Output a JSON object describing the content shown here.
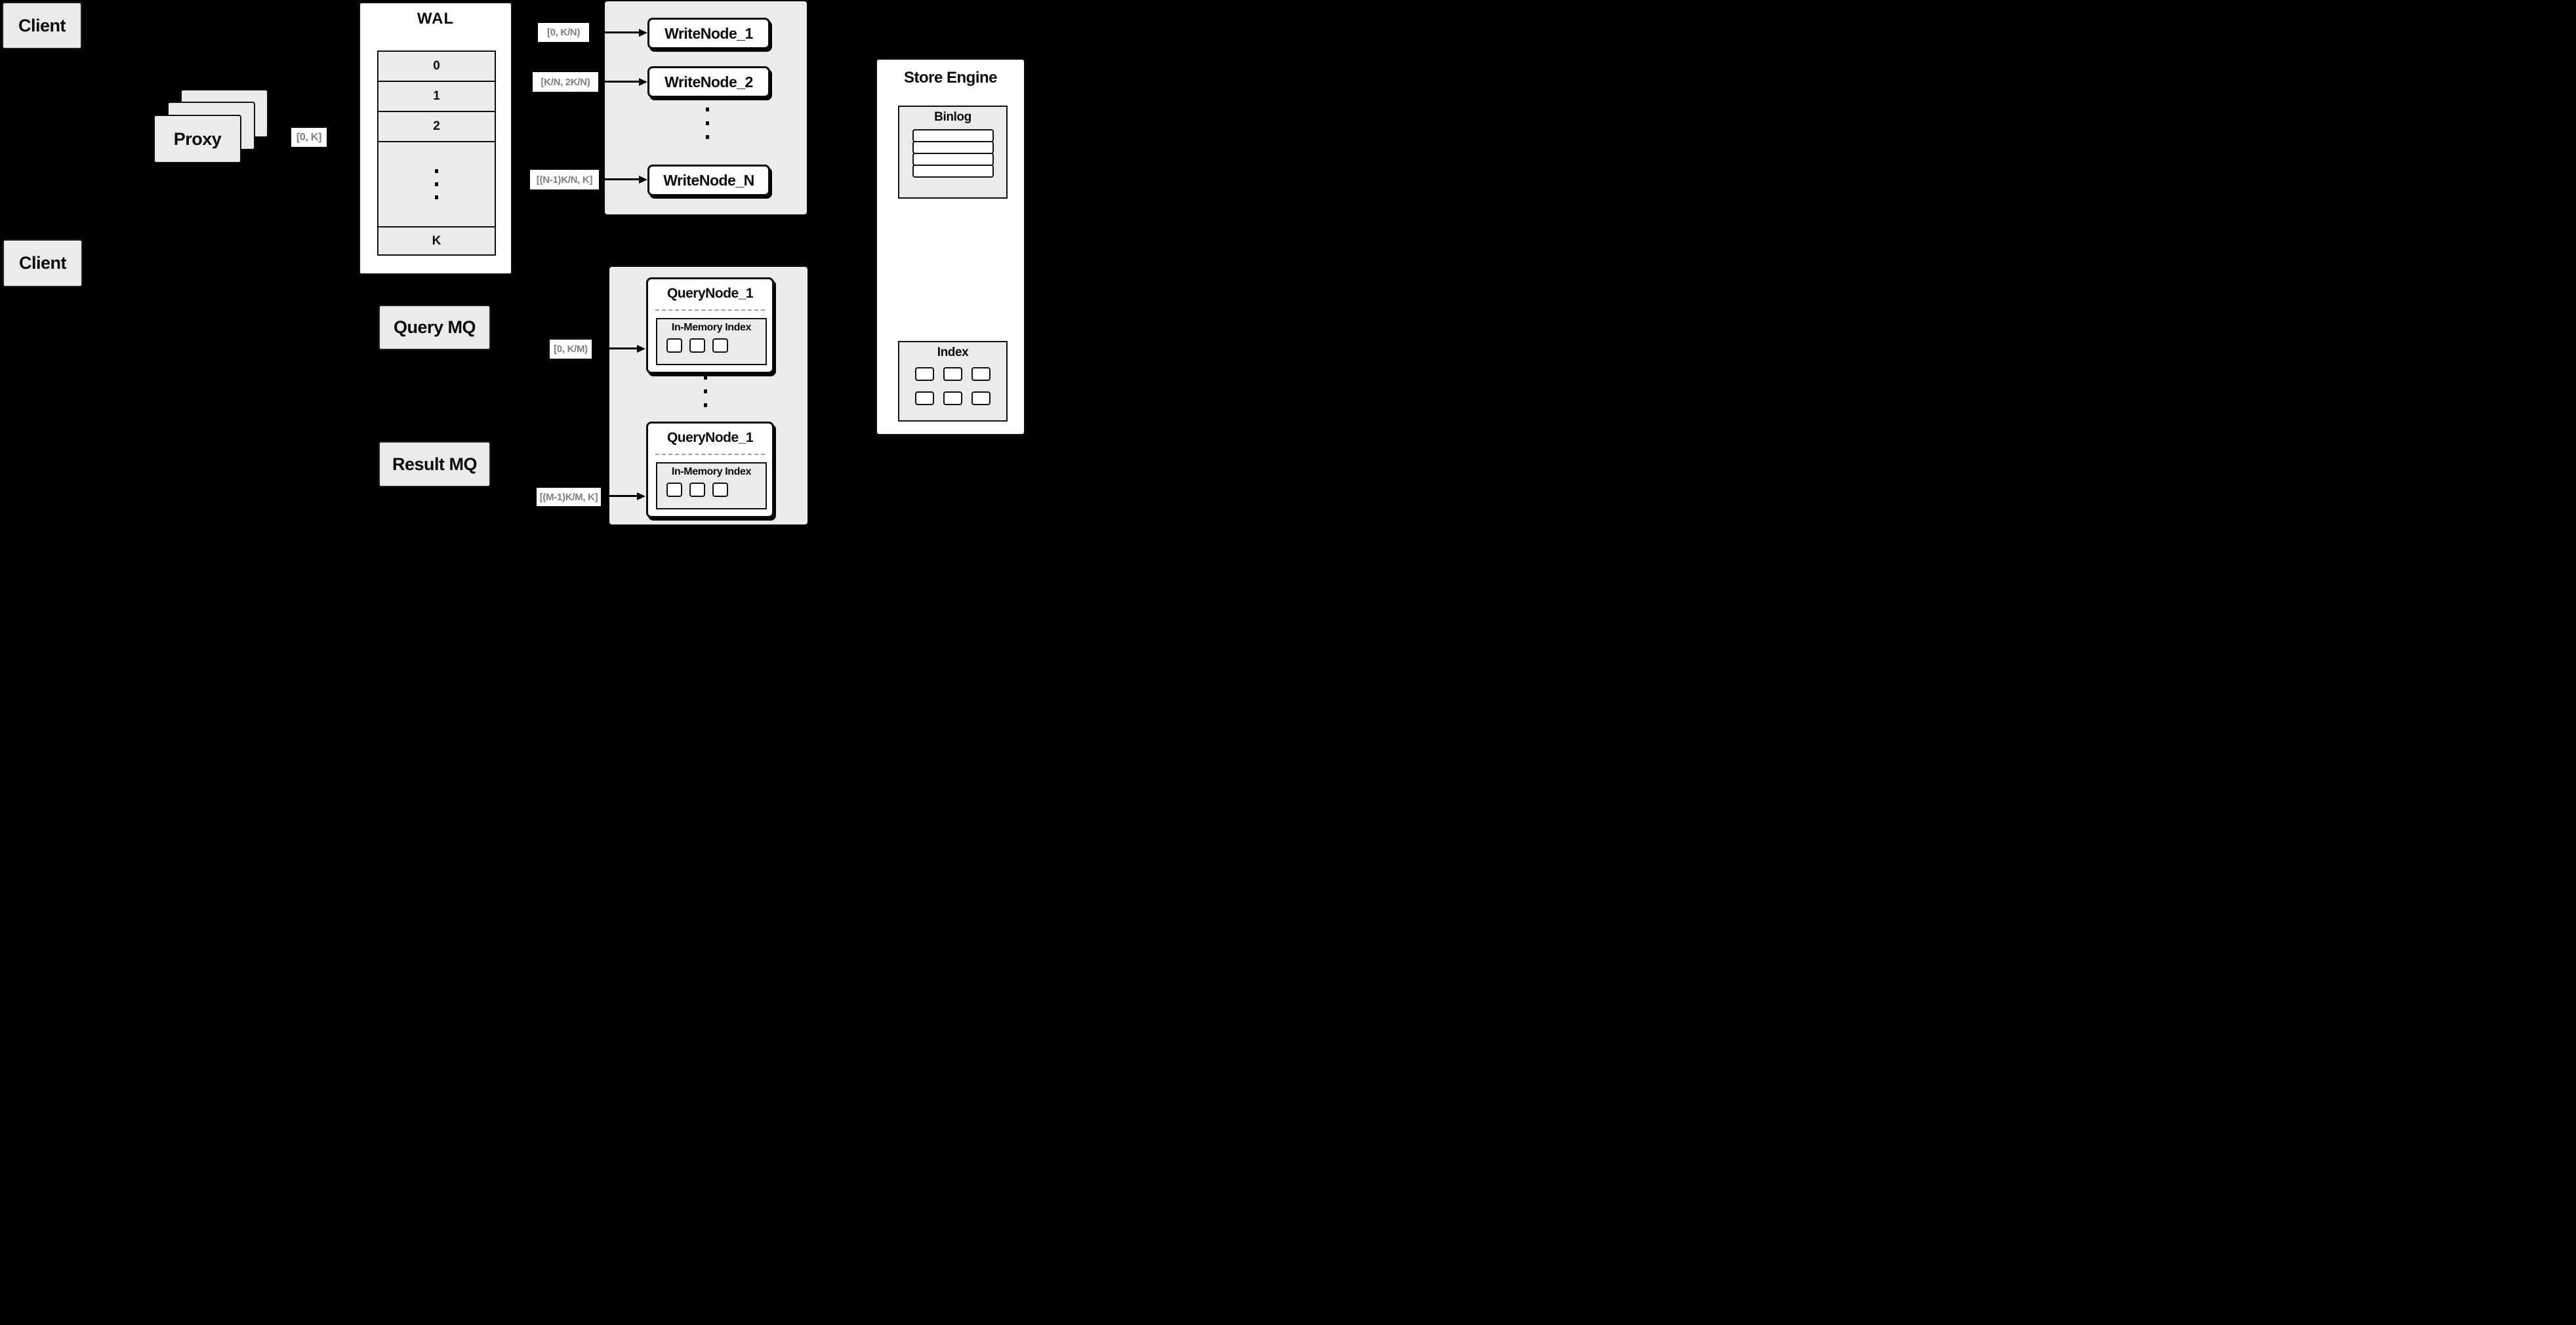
{
  "diagram": {
    "clients": {
      "top": "Client",
      "bottom": "Client"
    },
    "proxy": {
      "label": "Proxy"
    },
    "wal": {
      "title": "WAL",
      "rows": [
        "0",
        "1",
        "2"
      ],
      "tail_row": "K"
    },
    "range_labels": {
      "proxy_out": "[0, K]",
      "write_1": "[0, K/N)",
      "write_2": "[K/N, 2K/N)",
      "write_n": "[(N-1)K/N, K]",
      "query_1": "[0, K/M)",
      "query_m": "[(M-1)K/M, K]"
    },
    "write_nodes": {
      "node_1": "WriteNode_1",
      "node_2": "WriteNode_2",
      "node_n": "WriteNode_N"
    },
    "mq": {
      "query": "Query MQ",
      "result": "Result MQ"
    },
    "query_nodes": {
      "top": {
        "title": "QueryNode_1",
        "inner_title": "In-Memory Index",
        "cells": 3
      },
      "bottom": {
        "title": "QueryNode_1",
        "inner_title": "In-Memory Index",
        "cells": 3
      }
    },
    "store_engine": {
      "title": "Store Engine",
      "binlog": {
        "title": "Binlog",
        "rows": 4
      },
      "index": {
        "title": "Index",
        "rows": 2,
        "cols": 3
      }
    },
    "colors": {
      "background": "#000000",
      "panel_gray": "#ebebeb",
      "node_white": "#ffffff",
      "line_black": "#000000",
      "range_text_gray": "#7d7d7d"
    }
  }
}
